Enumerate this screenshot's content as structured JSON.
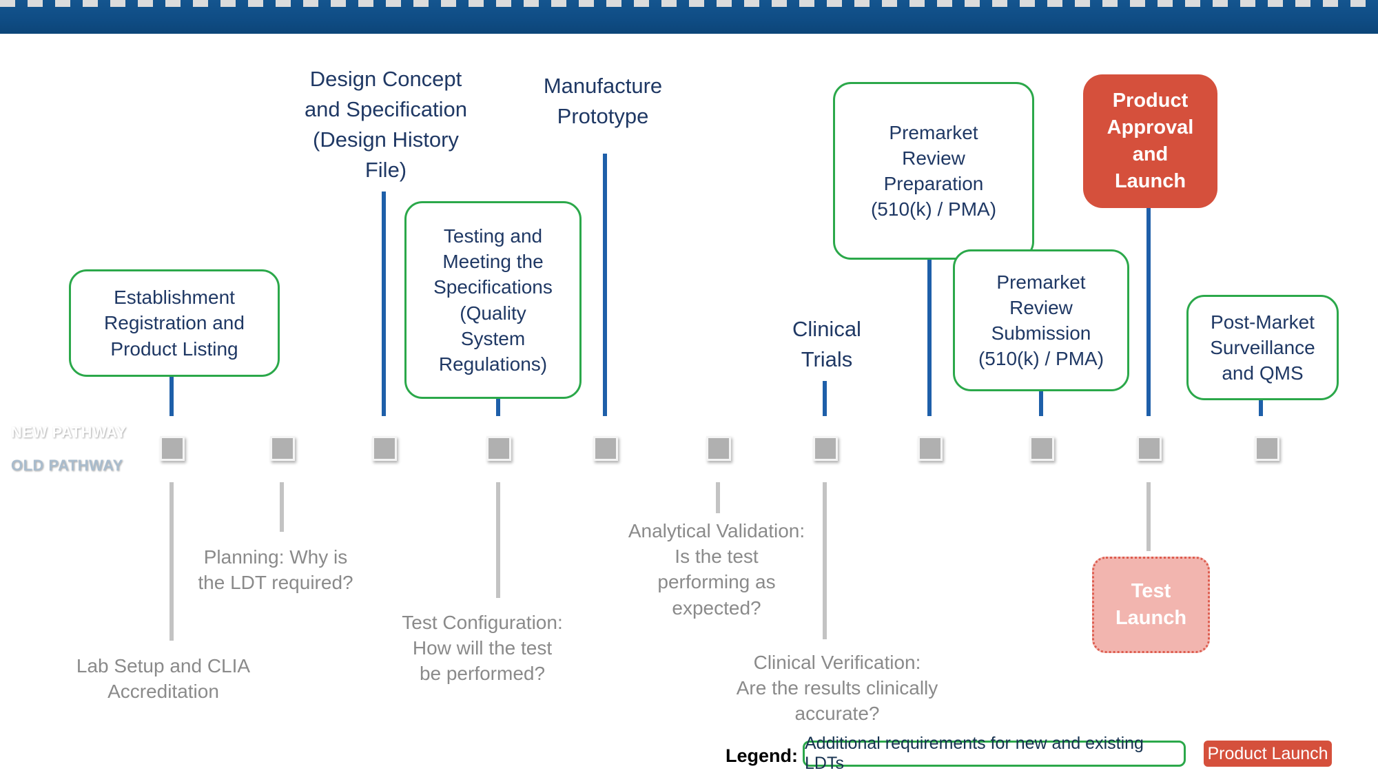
{
  "colors": {
    "navy_text": "#1F3864",
    "green_border": "#2BA84A",
    "red_fill": "#D5503C",
    "pink_fill": "#F2B5AF",
    "pink_border": "#DD5C4E",
    "bar_light_blue": "#2E7CC8",
    "bar_dark_blue": "#0F4C84",
    "gray_text": "#8A8A8A",
    "gray_line": "#C3C3C3",
    "blue_line": "#1E5FA9",
    "marker_fill": "#B0B0B0",
    "dash_color": "#DCDCDC"
  },
  "timeline": {
    "new_pathway_label": "NEW PATHWAY",
    "old_pathway_label": "OLD PATHWAY"
  },
  "above": {
    "establishment": "Establishment\nRegistration and\nProduct Listing",
    "design_concept": "Design Concept\nand Specification\n(Design History\nFile)",
    "testing": "Testing and\nMeeting the\nSpecifications\n(Quality\nSystem\nRegulations)",
    "manufacture": "Manufacture\nPrototype",
    "clinical_trials": "Clinical\nTrials",
    "premarket_prep": "Premarket\nReview\nPreparation\n(510(k) / PMA)",
    "premarket_sub": "Premarket\nReview\nSubmission\n(510(k) / PMA)",
    "product_approval": "Product\nApproval\nand\nLaunch",
    "post_market": "Post-Market\nSurveillance\nand QMS"
  },
  "below": {
    "lab_setup": "Lab Setup and CLIA\nAccreditation",
    "planning": "Planning: Why is\nthe LDT required?",
    "test_config": "Test Configuration:\nHow will the test\nbe performed?",
    "analytical": "Analytical Validation:\nIs the test\nperforming as\nexpected?",
    "clinical_verif": "Clinical Verification:\nAre the results clinically\naccurate?",
    "test_launch": "Test\nLaunch"
  },
  "legend": {
    "label": "Legend:",
    "green_item": "Additional requirements for new and existing LDTs",
    "red_item": "Product Launch"
  }
}
